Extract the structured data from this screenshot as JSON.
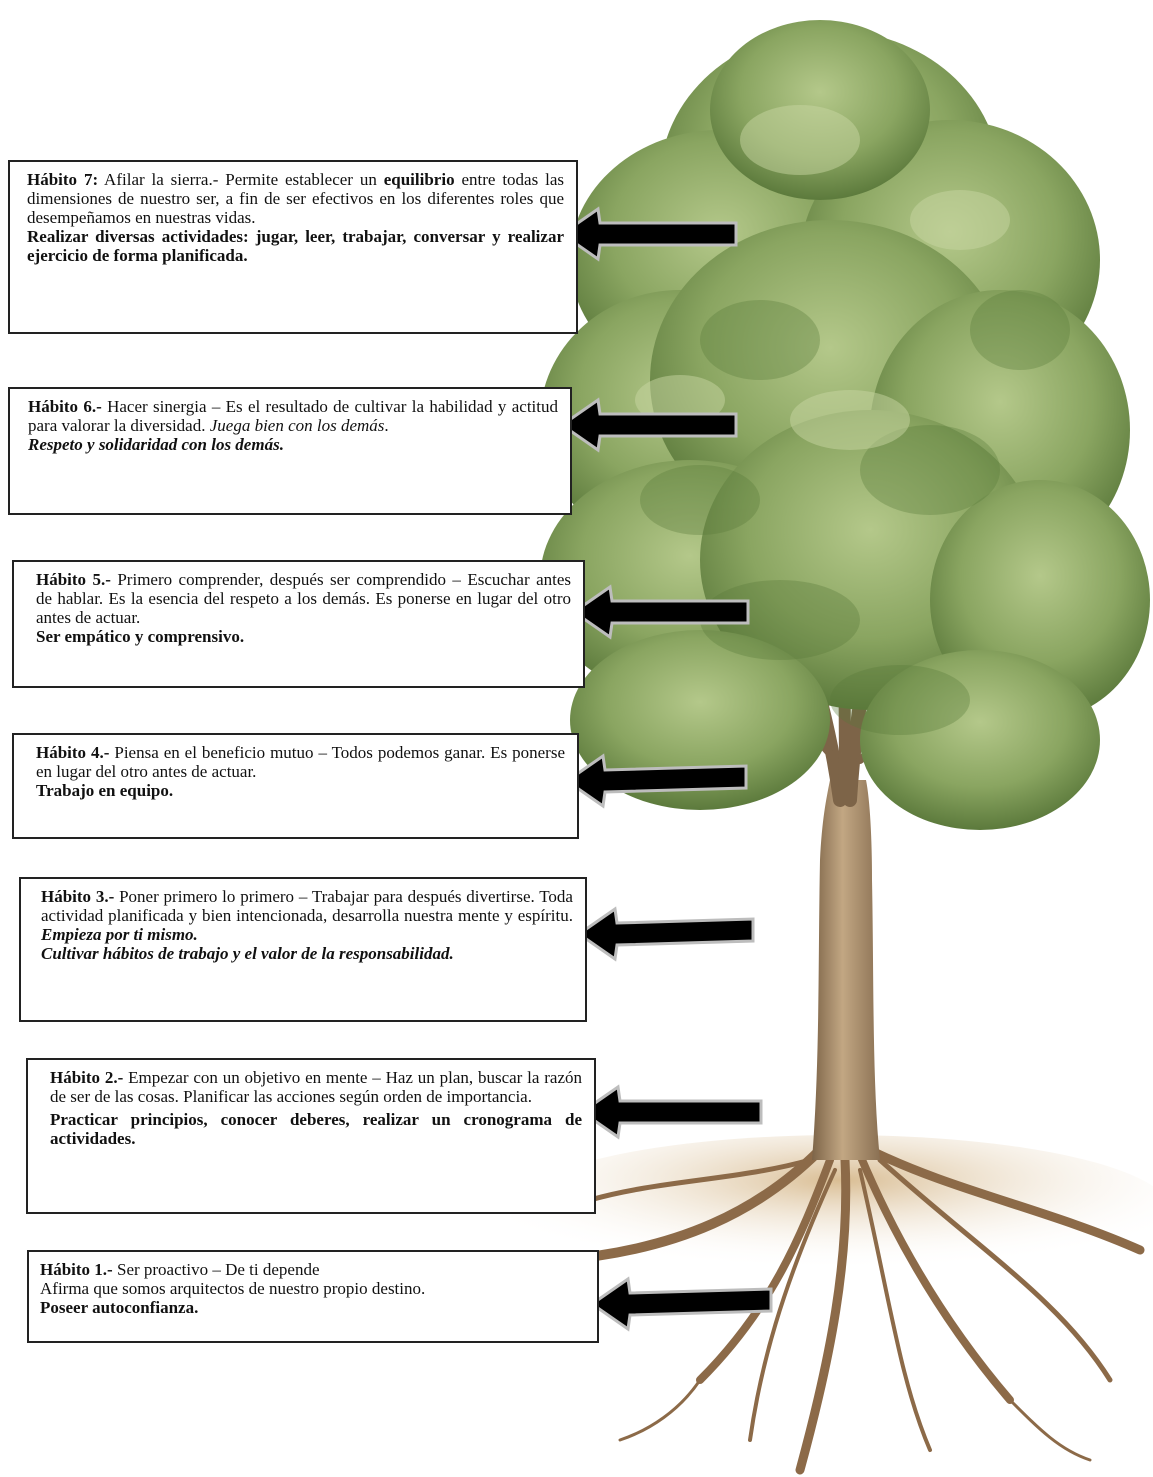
{
  "habits": [
    {
      "key": "h7",
      "title": "Hábito 7:",
      "text": " Afilar la sierra.-  Permite establecer un ",
      "strong": "equilibrio",
      "text2": " entre todas las dimensiones de nuestro ser, a fin de ser efectivos en los diferentes roles que desempeñamos en nuestras vidas.",
      "action": "Realizar diversas actividades: jugar, leer, trabajar, conversar y realizar ejercicio de forma planificada."
    },
    {
      "key": "h6",
      "title": "Hábito 6.-",
      "text": " Hacer sinergia –  Es el resultado de cultivar la habilidad y actitud para valorar la diversidad. ",
      "italic": "Juega bien con los demás",
      "text2": ".",
      "action": "Respeto y solidaridad con los demás."
    },
    {
      "key": "h5",
      "title": "Hábito 5.-",
      "text": " Primero comprender, después ser comprendido – Escuchar antes de hablar. Es la esencia del respeto a los demás. Es ponerse en lugar del otro antes de actuar.",
      "action": "Ser empático y comprensivo."
    },
    {
      "key": "h4",
      "title": "Hábito 4.-",
      "text": " Piensa en el beneficio mutuo – Todos podemos ganar. Es ponerse en lugar del otro antes de actuar.",
      "action": "Trabajo en equipo."
    },
    {
      "key": "h3",
      "title": "Hábito 3.-",
      "text": " Poner primero lo primero – Trabajar para después divertirse.  Toda actividad planificada y bien intencionada, desarrolla nuestra mente y espíritu. ",
      "emph": "Empieza por ti mismo.",
      "action": "Cultivar hábitos de trabajo y el valor de la responsabilidad."
    },
    {
      "key": "h2",
      "title": "Hábito 2.-",
      "text": " Empezar con un objetivo en mente – Haz un plan, buscar la razón de ser de las cosas. Planificar las acciones según orden de importancia.",
      "action": "Practicar principios, conocer deberes, realizar un cronograma de actividades."
    },
    {
      "key": "h1",
      "title": "Hábito 1.-",
      "text": " Ser proactivo – De ti depende",
      "text2": "Afirma que somos arquitectos de nuestro propio destino.",
      "action": "Poseer autoconfianza."
    }
  ],
  "colors": {
    "foliage_dark": "#5a7a3a",
    "foliage_light": "#a7bd78",
    "trunk": "#a58a68",
    "roots": "#8c6a48",
    "soil": "#c9a77e",
    "arrow_fill": "#000000",
    "arrow_outline": "#bdbdbd"
  }
}
